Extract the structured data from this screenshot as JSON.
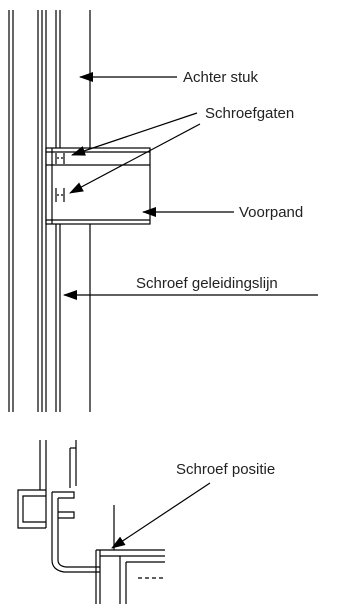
{
  "labels": {
    "achter_stuk": "Achter stuk",
    "schroefgaten": "Schroefgaten",
    "voorpand": "Voorpand",
    "schroef_geleidingslijn": "Schroef geleidingslijn",
    "schroef_positie": "Schroef positie"
  },
  "colors": {
    "line": "#000000",
    "text": "#222222",
    "background": "#ffffff"
  }
}
